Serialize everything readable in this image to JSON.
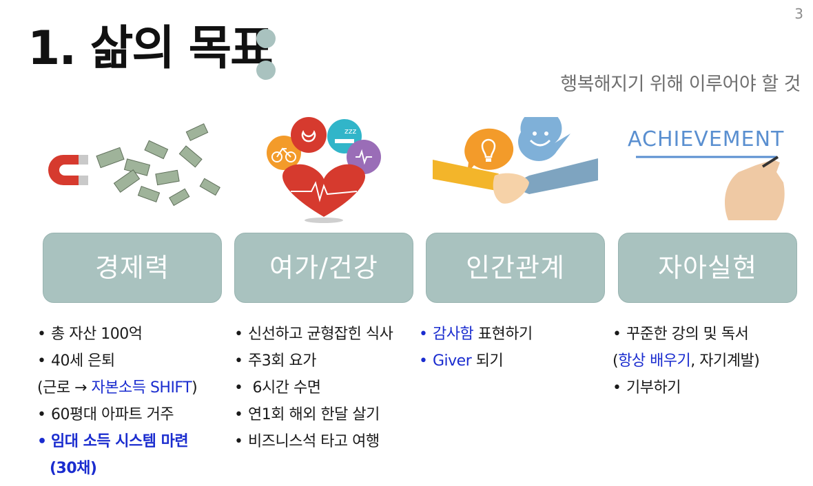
{
  "page_number": "3",
  "title": "1. 삶의 목표",
  "subtitle": "행복해지기 위해 이루어야 할 것",
  "columns": [
    {
      "category": "경제력",
      "illustration_label": "",
      "bullets": [
        {
          "mark": "•",
          "parts": [
            "총 자산 100억"
          ]
        },
        {
          "mark": "•",
          "parts": [
            "40세 은퇴"
          ]
        },
        {
          "mark": "",
          "parts": [
            "(근로 → ",
            "자본소득 SHIFT",
            ")"
          ]
        },
        {
          "mark": "•",
          "parts": [
            "60평대 아파트 거주"
          ]
        },
        {
          "mark": "•",
          "parts": [
            "임대 소득 시스템 마련"
          ]
        },
        {
          "mark": "",
          "parts": [
            "(30채)"
          ]
        }
      ]
    },
    {
      "category": "여가/건강",
      "illustration_label": "",
      "bullets": [
        {
          "mark": "•",
          "parts": [
            "신선하고 균형잡힌 식사"
          ]
        },
        {
          "mark": "•",
          "parts": [
            "주3회 요가"
          ]
        },
        {
          "mark": "•",
          "parts": [
            "6시간 수면"
          ]
        },
        {
          "mark": "•",
          "parts": [
            "연1회 해외 한달 살기"
          ]
        },
        {
          "mark": "•",
          "parts": [
            "비즈니스석 타고 여행"
          ]
        }
      ]
    },
    {
      "category": "인간관계",
      "illustration_label": "",
      "bullets": [
        {
          "mark": "•",
          "parts": [
            "감사함",
            " 표현하기"
          ]
        },
        {
          "mark": "•",
          "parts": [
            "Giver",
            " 되기"
          ]
        }
      ]
    },
    {
      "category": "자아실현",
      "illustration_label": "ACHIEVEMENT",
      "bullets": [
        {
          "mark": "•",
          "parts": [
            "꾸준한 강의 및 독서"
          ]
        },
        {
          "mark": "",
          "parts": [
            "(",
            "항상 배우기",
            ", 자기계발)"
          ]
        },
        {
          "mark": "•",
          "parts": [
            "기부하기"
          ]
        }
      ]
    }
  ],
  "colors": {
    "box_fill": "#a9c2bf",
    "accent_blue": "#1a2ccf",
    "subtitle_gray": "#6f6f6f"
  }
}
